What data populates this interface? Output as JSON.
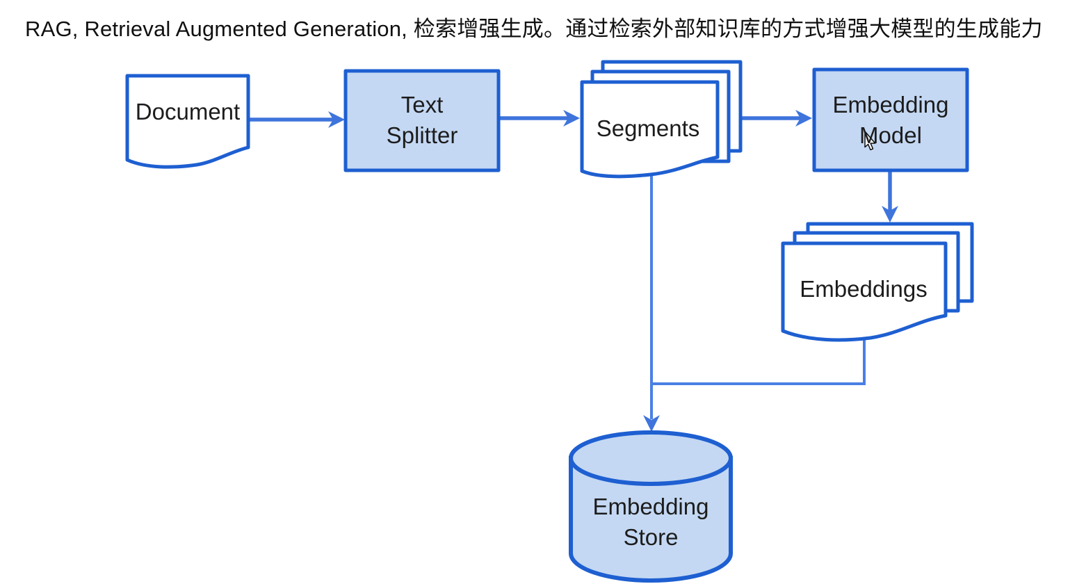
{
  "title": "RAG, Retrieval Augmented Generation, 检索增强生成。通过检索外部知识库的方式增强大模型的生成能力",
  "colors": {
    "background": "#ffffff",
    "node_fill": "#c4d8f3",
    "node_border": "#1e5fd1",
    "arrow": "#3e74dc",
    "connector": "#4a80e4",
    "label_text": "#1c1c1c",
    "title_text": "#101010"
  },
  "diagram": {
    "nodes": {
      "document": {
        "label": "Document",
        "shape": "document"
      },
      "text_splitter": {
        "label": "Text Splitter",
        "shape": "process-box"
      },
      "segments": {
        "label": "Segments",
        "shape": "document-stack"
      },
      "embedding_model": {
        "label": "Embedding Model",
        "shape": "process-box"
      },
      "embeddings": {
        "label": "Embeddings",
        "shape": "document-stack"
      },
      "embedding_store": {
        "label": "Embedding Store",
        "shape": "database-cylinder"
      }
    },
    "edges": [
      {
        "from": "document",
        "to": "text_splitter"
      },
      {
        "from": "text_splitter",
        "to": "segments"
      },
      {
        "from": "segments",
        "to": "embedding_model"
      },
      {
        "from": "embedding_model",
        "to": "embeddings"
      },
      {
        "from": "segments",
        "to": "embedding_store"
      },
      {
        "from": "embeddings",
        "to": "embedding_store"
      }
    ]
  },
  "cursor": {
    "icon": "mouse-pointer-icon"
  }
}
